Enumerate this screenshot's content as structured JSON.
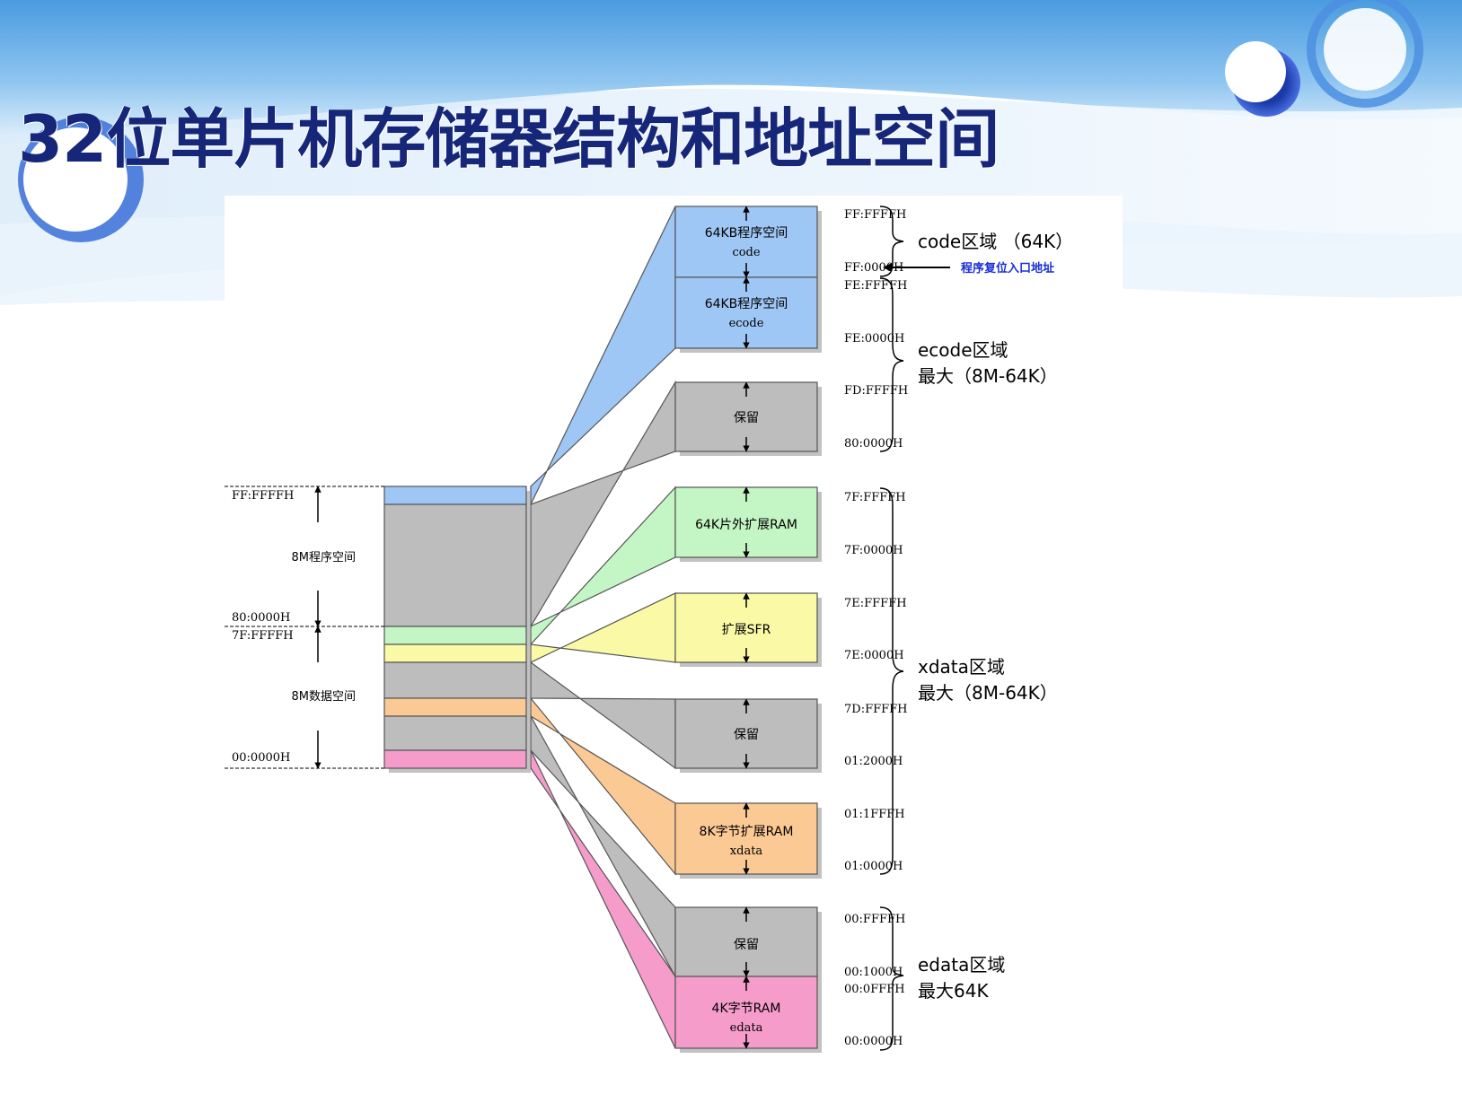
{
  "title": "32位单片机存储器结构和地址空间",
  "colors": {
    "code": "#9fc7f5",
    "gray": "#bdbdbd",
    "green": "#c4f5c4",
    "yellow": "#f9f9a6",
    "orange": "#fbc994",
    "pink": "#f59ccb",
    "title": "#16277a",
    "annotation": "#1a2fd6"
  },
  "left_column": {
    "label_top": "FF:FFFFH",
    "label_prog": "8M程序空间",
    "label_800000": "80:0000H",
    "label_7fffff": "7F:FFFFH",
    "label_data": "8M数据空间",
    "label_bottom": "00:0000H"
  },
  "blocks": {
    "code": {
      "line1": "64KB程序空间",
      "line2": "code"
    },
    "ecode": {
      "line1": "64KB程序空间",
      "line2": "ecode"
    },
    "reserved1": {
      "line1": "保留"
    },
    "ext_ram": {
      "line1": "64K片外扩展RAM"
    },
    "ext_sfr": {
      "line1": "扩展SFR"
    },
    "reserved2": {
      "line1": "保留"
    },
    "xdata": {
      "line1": "8K字节扩展RAM",
      "line2": "xdata"
    },
    "reserved3": {
      "line1": "保留"
    },
    "edata": {
      "line1": "4K字节RAM",
      "line2": "edata"
    }
  },
  "addresses": {
    "ff_ffff": "FF:FFFFH",
    "ff_0000": "FF:0000H",
    "fe_ffff": "FE:FFFFH",
    "fe_0000": "FE:0000H",
    "fd_ffff": "FD:FFFFH",
    "a80_0000": "80:0000H",
    "a7f_ffff": "7F:FFFFH",
    "a7f_0000": "7F:0000H",
    "a7e_ffff": "7E:FFFFH",
    "a7e_0000": "7E:0000H",
    "a7d_ffff": "7D:FFFFH",
    "a01_2000": "01:2000H",
    "a01_1fff": "01:1FFFH",
    "a01_0000": "01:0000H",
    "a00_ffff": "00:FFFFH",
    "a00_1000": "00:1000H",
    "a00_0fff": "00:0FFFH",
    "a00_0000": "00:0000H"
  },
  "regions": {
    "code_label": "code区域 （64K）",
    "reset_entry": "程序复位入口地址",
    "ecode_line1": "ecode区域",
    "ecode_line2": "最大（8M-64K）",
    "xdata_line1": "xdata区域",
    "xdata_line2": "最大（8M-64K）",
    "edata_line1": "edata区域",
    "edata_line2": "最大64K"
  }
}
